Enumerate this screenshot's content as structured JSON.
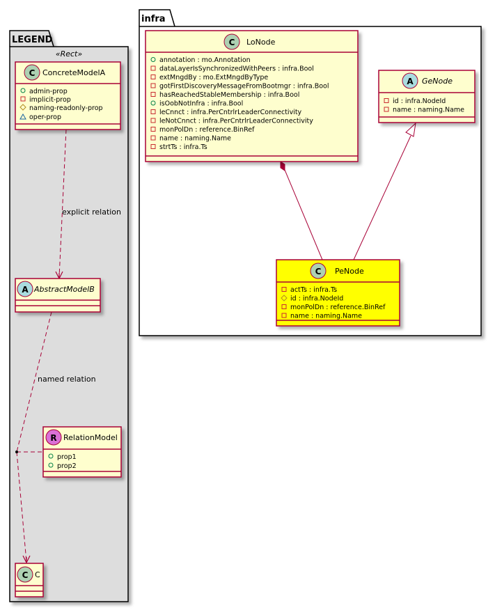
{
  "packages": {
    "legend": {
      "name": "LEGEND",
      "stereotype": "«Rect»"
    },
    "infra": {
      "name": "infra"
    }
  },
  "classes": {
    "concreteModelA": {
      "name": "ConcreteModelA",
      "badge": "C",
      "kind": "class",
      "attributes": [
        {
          "visibility": "public",
          "text": "admin-prop"
        },
        {
          "visibility": "private",
          "text": "implicit-prop"
        },
        {
          "visibility": "protected",
          "text": "naming-readonly-prop"
        },
        {
          "visibility": "package",
          "text": "oper-prop"
        }
      ]
    },
    "abstractModelB": {
      "name": "AbstractModelB",
      "badge": "A",
      "kind": "abstract",
      "attributes": []
    },
    "relationModel": {
      "name": "RelationModel",
      "badge": "R",
      "kind": "relation",
      "attributes": [
        {
          "visibility": "public",
          "text": "prop1"
        },
        {
          "visibility": "public",
          "text": "prop2"
        }
      ]
    },
    "c": {
      "name": "C",
      "badge": "C",
      "kind": "class",
      "attributes": []
    },
    "loNode": {
      "name": "LoNode",
      "badge": "C",
      "kind": "class",
      "attributes": [
        {
          "visibility": "public",
          "text": "annotation : mo.Annotation"
        },
        {
          "visibility": "private",
          "text": "dataLayerIsSynchronizedWithPeers : infra.Bool"
        },
        {
          "visibility": "private",
          "text": "extMngdBy : mo.ExtMngdByType"
        },
        {
          "visibility": "private",
          "text": "gotFirstDiscoveryMessageFromBootmgr : infra.Bool"
        },
        {
          "visibility": "private",
          "text": "hasReachedStableMembership : infra.Bool"
        },
        {
          "visibility": "public",
          "text": "isOobNotInfra : infra.Bool"
        },
        {
          "visibility": "private",
          "text": "leCnnct : infra.PerCntrlrLeaderConnectivity"
        },
        {
          "visibility": "private",
          "text": "leNotCnnct : infra.PerCntrlrLeaderConnectivity"
        },
        {
          "visibility": "private",
          "text": "monPolDn : reference.BinRef"
        },
        {
          "visibility": "private",
          "text": "name : naming.Name"
        },
        {
          "visibility": "private",
          "text": "strtTs : infra.Ts"
        }
      ]
    },
    "geNode": {
      "name": "GeNode",
      "badge": "A",
      "kind": "abstract",
      "attributes": [
        {
          "visibility": "private",
          "text": "id : infra.NodeId"
        },
        {
          "visibility": "private",
          "text": "name : naming.Name"
        }
      ]
    },
    "peNode": {
      "name": "PeNode",
      "badge": "C",
      "kind": "class",
      "highlighted": true,
      "attributes": [
        {
          "visibility": "private",
          "text": "actTs : infra.Ts"
        },
        {
          "visibility": "protected",
          "text": "id : infra.NodeId"
        },
        {
          "visibility": "private",
          "text": "monPolDn : reference.BinRef"
        },
        {
          "visibility": "private",
          "text": "name : naming.Name"
        }
      ]
    }
  },
  "relations": {
    "explicit": {
      "label": "explicit relation",
      "type": "dependency"
    },
    "named": {
      "label": "named relation",
      "type": "association-class"
    },
    "composition": {
      "type": "composition"
    },
    "inheritance": {
      "type": "generalization"
    }
  },
  "colors": {
    "class_fill": "#FEFECE",
    "highlight_fill": "#FFFF00",
    "border": "#A80036",
    "legend_fill": "#DDDDDD",
    "badge_class": "#ADD1B2",
    "badge_abstract": "#A9DCDF",
    "badge_relation": "#DA70D6"
  }
}
